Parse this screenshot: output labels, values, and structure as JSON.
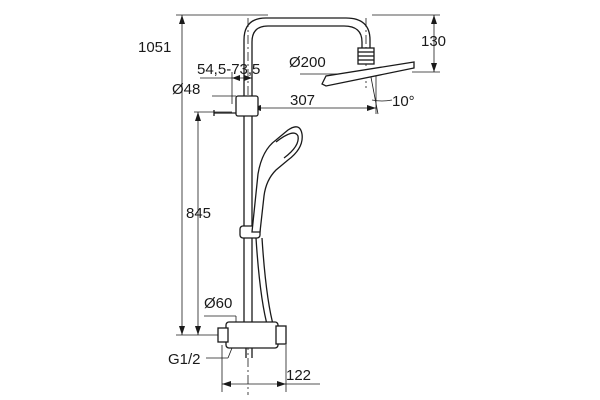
{
  "dimensions": {
    "total_height": "1051",
    "head_drop": "130",
    "head_diameter": "Ø200",
    "bracket_range": "54,5-73,5",
    "pipe_diameter": "Ø48",
    "arm_reach": "307",
    "head_tilt": "10°",
    "bar_height": "845",
    "valve_diameter": "Ø60",
    "thread": "G1/2",
    "wall_offset": "122"
  },
  "colors": {
    "line": "#1a1a1a",
    "background": "#ffffff"
  }
}
